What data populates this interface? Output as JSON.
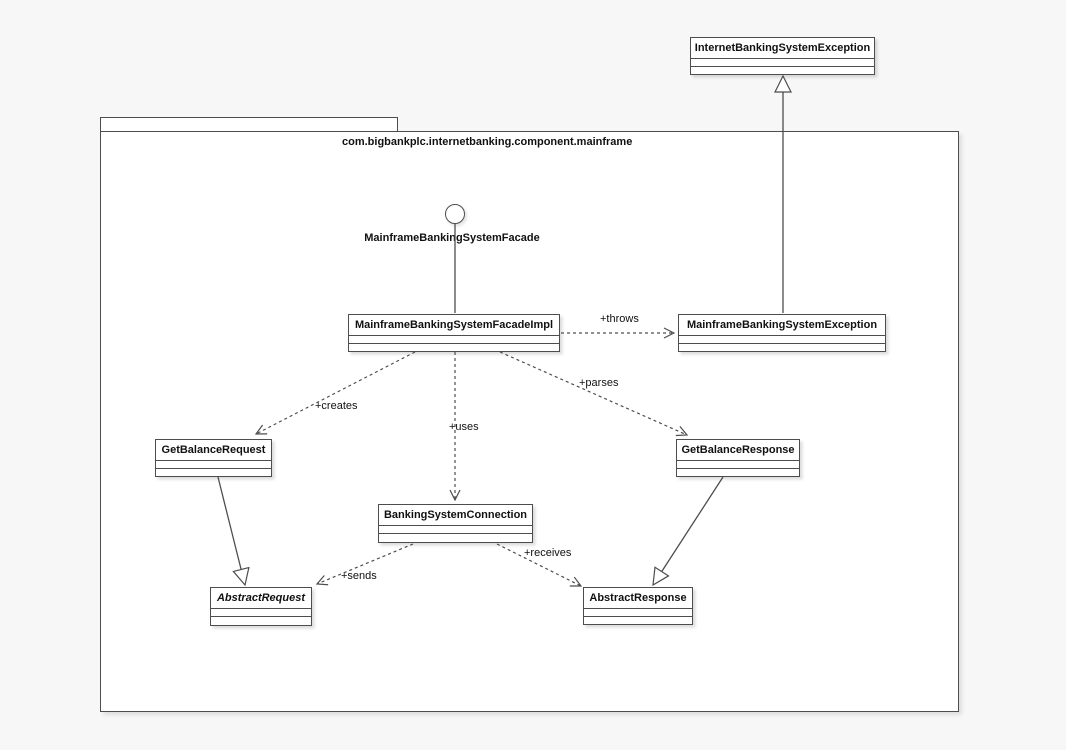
{
  "diagram": {
    "package_label": "com.bigbankplc.internetbanking.component.mainframe",
    "interface": {
      "name": "MainframeBankingSystemFacade"
    },
    "classes": {
      "internet_banking_system_exception": {
        "name": "InternetBankingSystemException"
      },
      "mainframe_banking_system_exception": {
        "name": "MainframeBankingSystemException"
      },
      "mainframe_banking_system_facade_impl": {
        "name": "MainframeBankingSystemFacadeImpl"
      },
      "get_balance_request": {
        "name": "GetBalanceRequest"
      },
      "get_balance_response": {
        "name": "GetBalanceResponse"
      },
      "banking_system_connection": {
        "name": "BankingSystemConnection"
      },
      "abstract_request": {
        "name": "AbstractRequest",
        "abstract": true
      },
      "abstract_response": {
        "name": "AbstractResponse"
      }
    },
    "relationships": {
      "throws": "+throws",
      "creates": "+creates",
      "uses": "+uses",
      "parses": "+parses",
      "sends": "+sends",
      "receives": "+receives"
    },
    "colors": {
      "line": "#4d4d4d",
      "box_fill": "#ffffff",
      "background": "#f7f7f7",
      "text": "#111111"
    }
  }
}
